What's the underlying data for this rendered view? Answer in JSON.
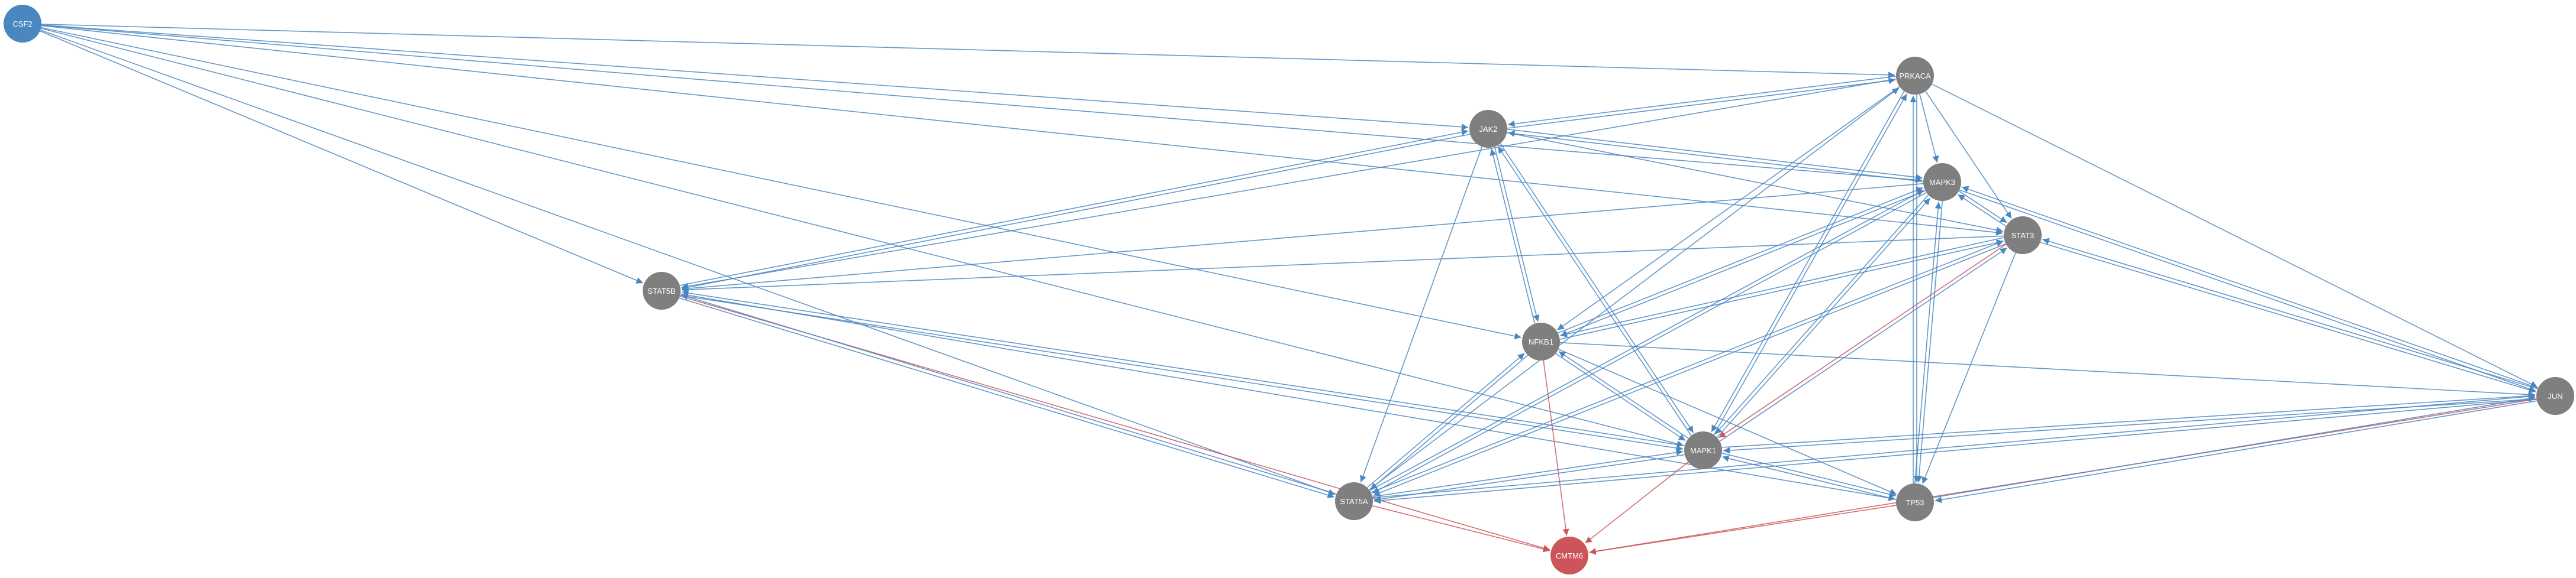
{
  "colors": {
    "node_default": "#7f7f7f",
    "node_source": "#4a86c0",
    "node_target": "#cc555c",
    "edge_activation": "#4a86c0",
    "edge_inhibition": "#cc555c"
  },
  "nodes": [
    {
      "id": "CSF2",
      "label": "CSF2",
      "role": "source"
    },
    {
      "id": "PRKACA",
      "label": "PRKACA",
      "role": "default"
    },
    {
      "id": "JAK2",
      "label": "JAK2",
      "role": "default"
    },
    {
      "id": "MAPK3",
      "label": "MAPK3",
      "role": "default"
    },
    {
      "id": "STAT3",
      "label": "STAT3",
      "role": "default"
    },
    {
      "id": "STAT5B",
      "label": "STAT5B",
      "role": "default"
    },
    {
      "id": "NFKB1",
      "label": "NFKB1",
      "role": "default"
    },
    {
      "id": "JUN",
      "label": "JUN",
      "role": "default"
    },
    {
      "id": "MAPK1",
      "label": "MAPK1",
      "role": "default"
    },
    {
      "id": "STAT5A",
      "label": "STAT5A",
      "role": "default"
    },
    {
      "id": "TP53",
      "label": "TP53",
      "role": "default"
    },
    {
      "id": "CMTM6",
      "label": "CMTM6",
      "role": "target"
    }
  ],
  "edges": [
    {
      "from": "CSF2",
      "to": "PRKACA",
      "type": "activation"
    },
    {
      "from": "CSF2",
      "to": "JAK2",
      "type": "activation"
    },
    {
      "from": "CSF2",
      "to": "MAPK3",
      "type": "activation"
    },
    {
      "from": "CSF2",
      "to": "STAT3",
      "type": "activation"
    },
    {
      "from": "CSF2",
      "to": "STAT5B",
      "type": "activation"
    },
    {
      "from": "CSF2",
      "to": "NFKB1",
      "type": "activation"
    },
    {
      "from": "CSF2",
      "to": "MAPK1",
      "type": "activation"
    },
    {
      "from": "CSF2",
      "to": "STAT5A",
      "type": "activation"
    },
    {
      "from": "PRKACA",
      "to": "JAK2",
      "type": "activation"
    },
    {
      "from": "PRKACA",
      "to": "MAPK3",
      "type": "activation"
    },
    {
      "from": "PRKACA",
      "to": "STAT3",
      "type": "activation"
    },
    {
      "from": "PRKACA",
      "to": "NFKB1",
      "type": "activation"
    },
    {
      "from": "PRKACA",
      "to": "MAPK1",
      "type": "activation"
    },
    {
      "from": "PRKACA",
      "to": "TP53",
      "type": "activation"
    },
    {
      "from": "PRKACA",
      "to": "JUN",
      "type": "activation"
    },
    {
      "from": "PRKACA",
      "to": "STAT5B",
      "type": "activation"
    },
    {
      "from": "JAK2",
      "to": "PRKACA",
      "type": "activation"
    },
    {
      "from": "JAK2",
      "to": "MAPK3",
      "type": "activation"
    },
    {
      "from": "JAK2",
      "to": "STAT3",
      "type": "activation"
    },
    {
      "from": "JAK2",
      "to": "STAT5B",
      "type": "activation"
    },
    {
      "from": "JAK2",
      "to": "NFKB1",
      "type": "activation"
    },
    {
      "from": "JAK2",
      "to": "MAPK1",
      "type": "activation"
    },
    {
      "from": "JAK2",
      "to": "STAT5A",
      "type": "activation"
    },
    {
      "from": "MAPK3",
      "to": "JAK2",
      "type": "activation"
    },
    {
      "from": "MAPK3",
      "to": "STAT3",
      "type": "activation"
    },
    {
      "from": "MAPK3",
      "to": "STAT5B",
      "type": "activation"
    },
    {
      "from": "MAPK3",
      "to": "NFKB1",
      "type": "activation"
    },
    {
      "from": "MAPK3",
      "to": "TP53",
      "type": "activation"
    },
    {
      "from": "MAPK3",
      "to": "JUN",
      "type": "activation"
    },
    {
      "from": "MAPK3",
      "to": "MAPK1",
      "type": "activation"
    },
    {
      "from": "MAPK3",
      "to": "STAT5A",
      "type": "activation"
    },
    {
      "from": "STAT3",
      "to": "MAPK3",
      "type": "activation"
    },
    {
      "from": "STAT3",
      "to": "STAT5B",
      "type": "activation"
    },
    {
      "from": "STAT3",
      "to": "NFKB1",
      "type": "activation"
    },
    {
      "from": "STAT3",
      "to": "STAT5A",
      "type": "activation"
    },
    {
      "from": "STAT3",
      "to": "TP53",
      "type": "activation"
    },
    {
      "from": "STAT3",
      "to": "MAPK1",
      "type": "inhibition"
    },
    {
      "from": "STAT3",
      "to": "JUN",
      "type": "activation"
    },
    {
      "from": "STAT5B",
      "to": "JAK2",
      "type": "activation"
    },
    {
      "from": "STAT5B",
      "to": "MAPK1",
      "type": "activation"
    },
    {
      "from": "STAT5B",
      "to": "STAT5A",
      "type": "activation"
    },
    {
      "from": "STAT5B",
      "to": "TP53",
      "type": "activation"
    },
    {
      "from": "STAT5B",
      "to": "CMTM6",
      "type": "inhibition"
    },
    {
      "from": "NFKB1",
      "to": "JAK2",
      "type": "activation"
    },
    {
      "from": "NFKB1",
      "to": "MAPK3",
      "type": "activation"
    },
    {
      "from": "NFKB1",
      "to": "STAT3",
      "type": "activation"
    },
    {
      "from": "NFKB1",
      "to": "MAPK1",
      "type": "activation"
    },
    {
      "from": "NFKB1",
      "to": "STAT5A",
      "type": "activation"
    },
    {
      "from": "NFKB1",
      "to": "TP53",
      "type": "activation"
    },
    {
      "from": "NFKB1",
      "to": "JUN",
      "type": "activation"
    },
    {
      "from": "NFKB1",
      "to": "CMTM6",
      "type": "inhibition"
    },
    {
      "from": "JUN",
      "to": "MAPK3",
      "type": "activation"
    },
    {
      "from": "JUN",
      "to": "STAT3",
      "type": "activation"
    },
    {
      "from": "JUN",
      "to": "MAPK1",
      "type": "activation"
    },
    {
      "from": "JUN",
      "to": "STAT5A",
      "type": "activation"
    },
    {
      "from": "JUN",
      "to": "TP53",
      "type": "activation"
    },
    {
      "from": "JUN",
      "to": "CMTM6",
      "type": "inhibition"
    },
    {
      "from": "MAPK1",
      "to": "JAK2",
      "type": "activation"
    },
    {
      "from": "MAPK1",
      "to": "MAPK3",
      "type": "activation"
    },
    {
      "from": "MAPK1",
      "to": "STAT3",
      "type": "activation"
    },
    {
      "from": "MAPK1",
      "to": "NFKB1",
      "type": "activation"
    },
    {
      "from": "MAPK1",
      "to": "STAT5A",
      "type": "activation"
    },
    {
      "from": "MAPK1",
      "to": "TP53",
      "type": "activation"
    },
    {
      "from": "MAPK1",
      "to": "JUN",
      "type": "activation"
    },
    {
      "from": "MAPK1",
      "to": "STAT5B",
      "type": "activation"
    },
    {
      "from": "MAPK1",
      "to": "CMTM6",
      "type": "inhibition"
    },
    {
      "from": "MAPK1",
      "to": "PRKACA",
      "type": "activation"
    },
    {
      "from": "STAT5A",
      "to": "MAPK3",
      "type": "activation"
    },
    {
      "from": "STAT5A",
      "to": "STAT3",
      "type": "activation"
    },
    {
      "from": "STAT5A",
      "to": "NFKB1",
      "type": "activation"
    },
    {
      "from": "STAT5A",
      "to": "MAPK1",
      "type": "activation"
    },
    {
      "from": "STAT5A",
      "to": "STAT5B",
      "type": "activation"
    },
    {
      "from": "STAT5A",
      "to": "JUN",
      "type": "activation"
    },
    {
      "from": "STAT5A",
      "to": "PRKACA",
      "type": "activation"
    },
    {
      "from": "STAT5A",
      "to": "CMTM6",
      "type": "inhibition"
    },
    {
      "from": "TP53",
      "to": "MAPK3",
      "type": "activation"
    },
    {
      "from": "TP53",
      "to": "PRKACA",
      "type": "activation"
    },
    {
      "from": "TP53",
      "to": "JUN",
      "type": "activation"
    },
    {
      "from": "TP53",
      "to": "CMTM6",
      "type": "inhibition"
    },
    {
      "from": "TP53",
      "to": "MAPK1",
      "type": "activation"
    }
  ]
}
